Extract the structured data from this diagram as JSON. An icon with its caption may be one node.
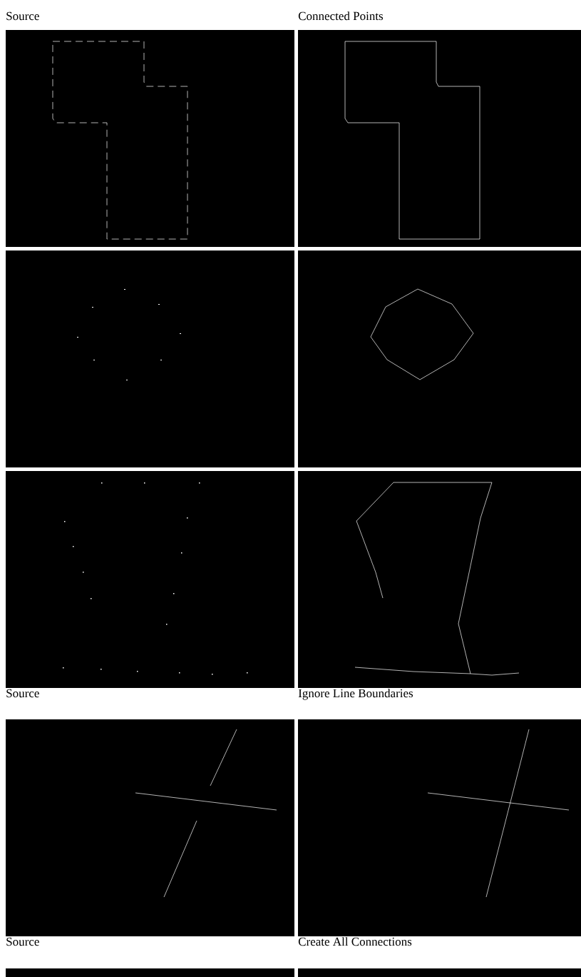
{
  "diagram": {
    "labels": [
      "Source",
      "Connected Points",
      "Source",
      "Ignore Line Boundaries",
      "Source",
      "Create All Connections"
    ]
  }
}
